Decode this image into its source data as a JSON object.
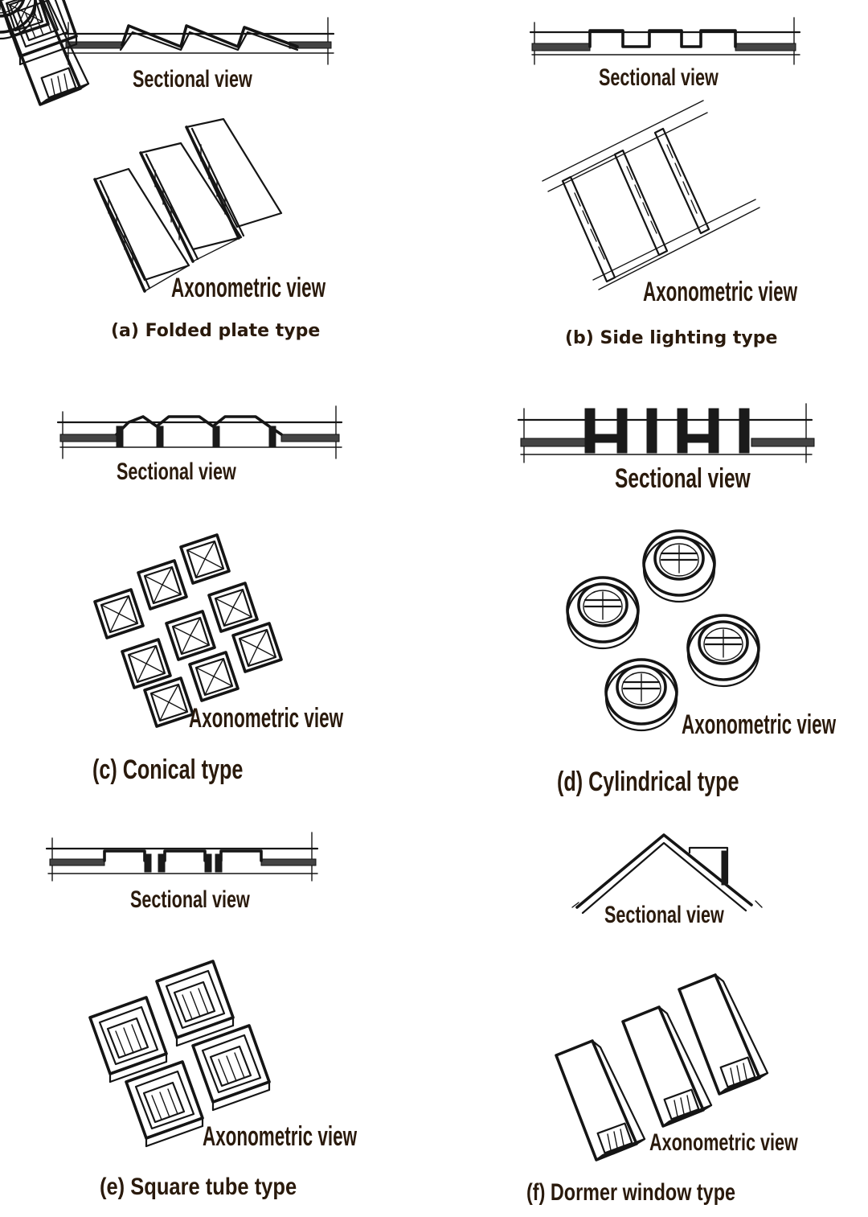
{
  "panels": [
    {
      "id": "a",
      "sectional_label": "Sectional view",
      "axonometric_label": "Axonometric view",
      "caption": "(a) Folded plate type"
    },
    {
      "id": "b",
      "sectional_label": "Sectional view",
      "axonometric_label": "Axonometric view",
      "caption": "(b) Side lighting type"
    },
    {
      "id": "c",
      "sectional_label": "Sectional view",
      "axonometric_label": "Axonometric view",
      "caption": "(c) Conical type"
    },
    {
      "id": "d",
      "sectional_label": "Sectional view",
      "axonometric_label": "Axonometric view",
      "caption": "(d) Cylindrical type"
    },
    {
      "id": "e",
      "sectional_label": "Sectional view",
      "axonometric_label": "Axonometric view",
      "caption": "(e) Square tube type"
    },
    {
      "id": "f",
      "sectional_label": "Sectional view",
      "axonometric_label": "Axonometric view",
      "caption": "(f) Dormer window type"
    }
  ],
  "colors": {
    "ink": "#151515",
    "label": "#2a1a0c",
    "background": "#ffffff"
  }
}
